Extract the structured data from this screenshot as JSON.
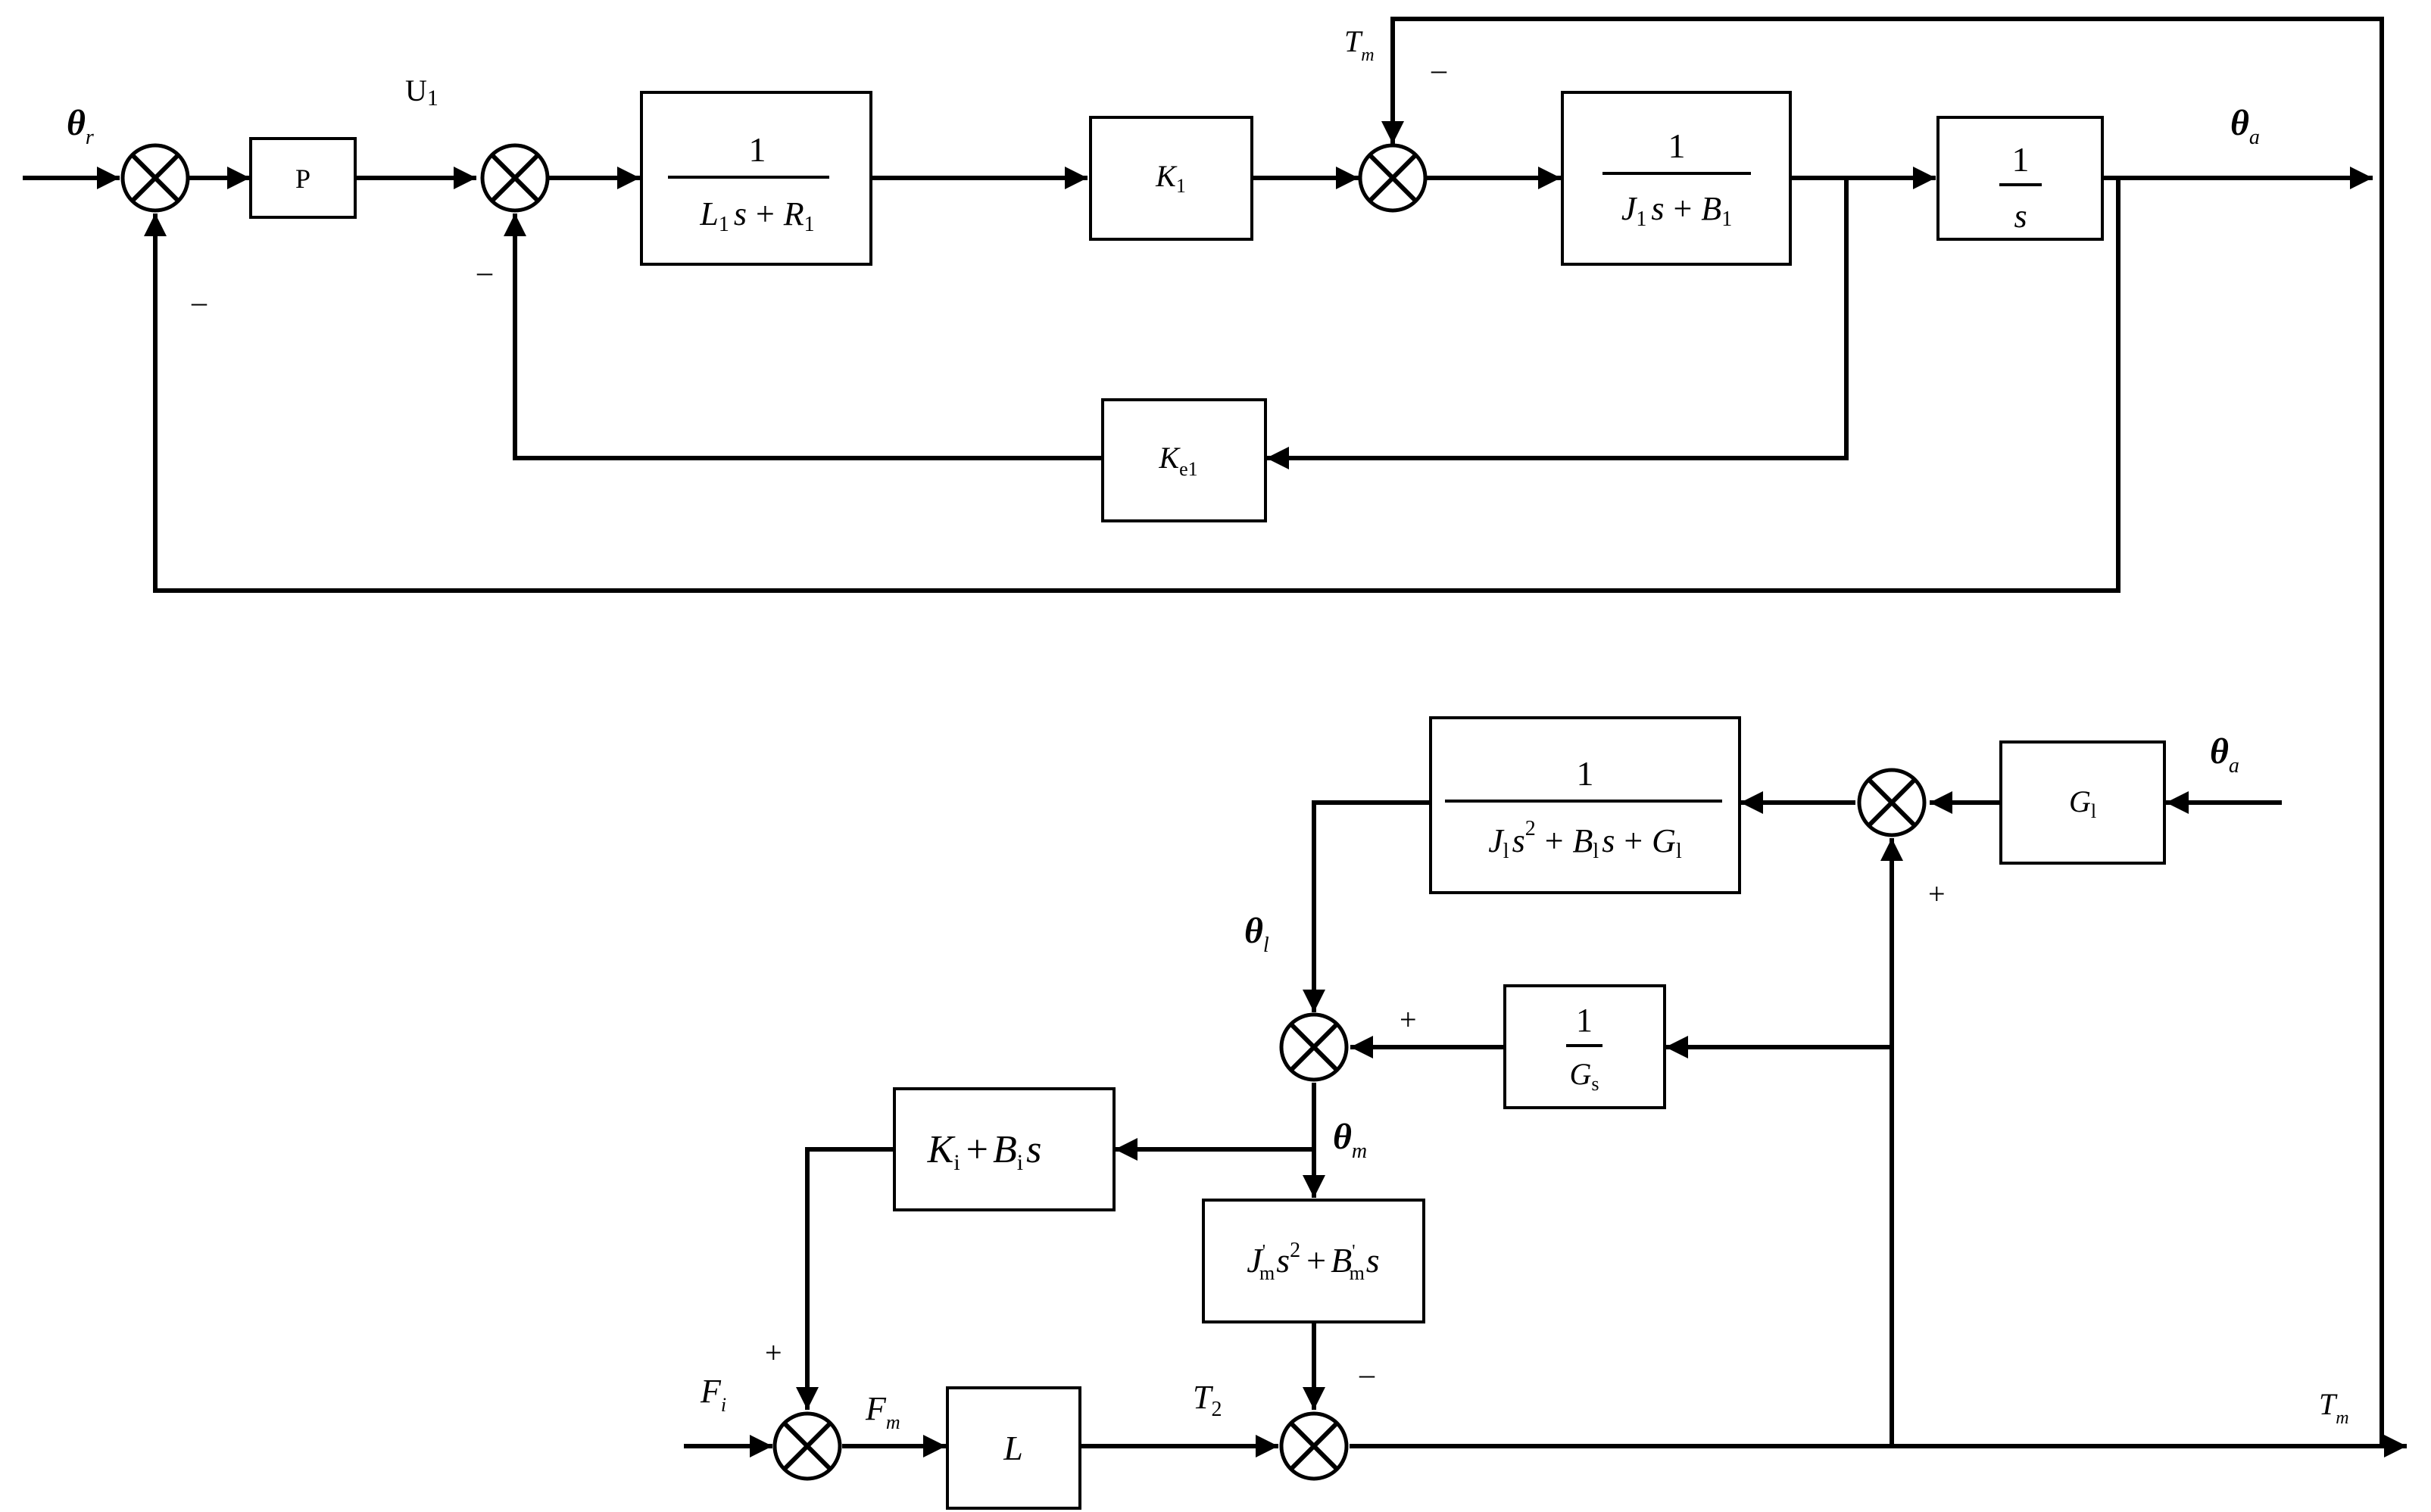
{
  "signals": {
    "theta_r_base": "θ",
    "theta_r_sub": "r",
    "u1_base": "U",
    "u1_sub": "1",
    "tm_top_base": "T",
    "tm_top_sub": "m",
    "theta_a_top_base": "θ",
    "theta_a_top_sub": "a",
    "theta_a_in_base": "θ",
    "theta_a_in_sub": "a",
    "theta_l_base": "θ",
    "theta_l_sub": "l",
    "theta_m_base": "θ",
    "theta_m_sub": "m",
    "fi_base": "F",
    "fi_sub": "i",
    "fm_base": "F",
    "fm_sub": "m",
    "t2_base": "T",
    "t2_sub": "2",
    "tm_bottom_base": "T",
    "tm_bottom_sub": "m"
  },
  "signs": {
    "sj1_minus": "–",
    "sj2_minus": "–",
    "sj3_minus": "–",
    "sj4_plus": "+",
    "sj5_plus": "+",
    "sj6_plus": "+",
    "sj7_minus": "–"
  },
  "blocks": {
    "p": {
      "text": "P"
    },
    "electrical": {
      "num": "1",
      "L": "L",
      "L_sub": "1",
      "s": "s",
      "plus": "+",
      "R": "R",
      "R_sub": "1"
    },
    "k1": {
      "K": "K",
      "K_sub": "1"
    },
    "mech": {
      "num": "1",
      "J": "J",
      "J_sub": "1",
      "s": "s",
      "plus": "+",
      "B": "B",
      "B_sub": "1"
    },
    "integrator": {
      "num": "1",
      "den": "s"
    },
    "ke1": {
      "K": "K",
      "K_sub": "e1"
    },
    "load": {
      "num": "1",
      "J": "J",
      "J_sub": "l",
      "s": "s",
      "exp": "2",
      "plus1": "+",
      "B": "B",
      "B_sub": "l",
      "s2": "s",
      "plus2": "+",
      "G": "G",
      "G_sub": "l"
    },
    "gl": {
      "G": "G",
      "G_sub": "l"
    },
    "inv_gs": {
      "num": "1",
      "G": "G",
      "G_sub": "s"
    },
    "kb": {
      "K": "K",
      "K_sub": "i",
      "plus": "+",
      "B": "B",
      "B_sub": "i",
      "s": "s"
    },
    "jm": {
      "J": "J",
      "J_sub": "m",
      "prime": "'",
      "s": "s",
      "exp": "2",
      "plus": "+",
      "B": "B",
      "B_sub": "m",
      "s2": "s"
    },
    "l": {
      "text": "L"
    }
  }
}
